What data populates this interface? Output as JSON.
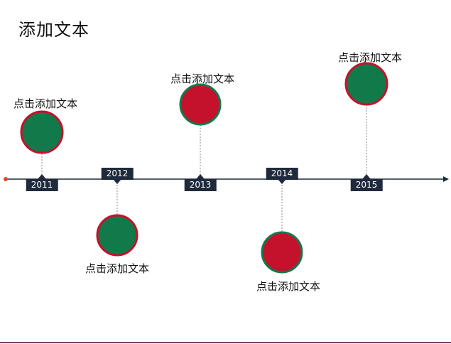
{
  "slide": {
    "title": "添加文本"
  },
  "colors": {
    "green": "#12794a",
    "red": "#c4122c",
    "axis": "#1f2a3c",
    "tag": "#1f2a3c",
    "dot": "#e0472f"
  },
  "milestones": [
    {
      "year": "2011",
      "label": "点击添加文本",
      "fill": "green",
      "ring": "red"
    },
    {
      "year": "2012",
      "label": "点击添加文本",
      "fill": "green",
      "ring": "red"
    },
    {
      "year": "2013",
      "label": "点击添加文本",
      "fill": "red",
      "ring": "green"
    },
    {
      "year": "2014",
      "label": "点击添加文本",
      "fill": "red",
      "ring": "green"
    },
    {
      "year": "2015",
      "label": "点击添加文本",
      "fill": "green",
      "ring": "red"
    }
  ]
}
